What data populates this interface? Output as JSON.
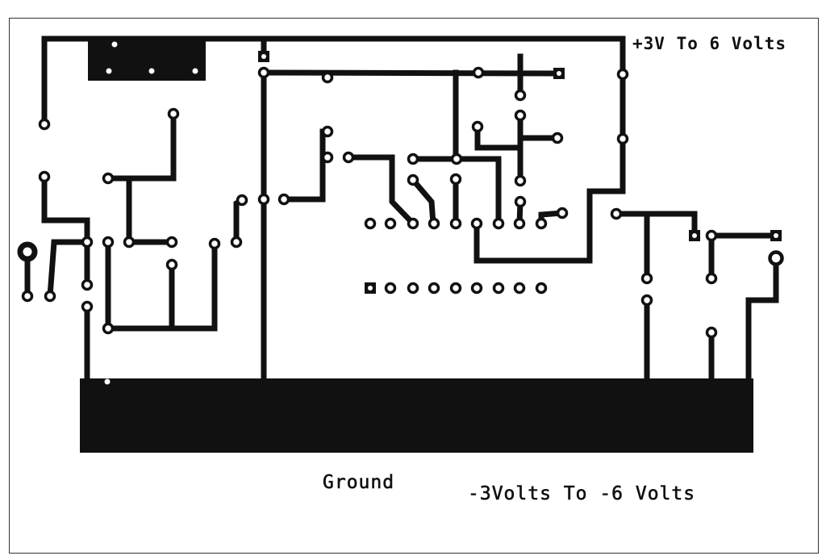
{
  "labels": {
    "positive_supply": "+3V To 6 Volts",
    "ground": "Ground",
    "negative_supply": "-3Volts To -6 Volts"
  },
  "colors": {
    "copper": "#111111",
    "board": "#ffffff"
  }
}
